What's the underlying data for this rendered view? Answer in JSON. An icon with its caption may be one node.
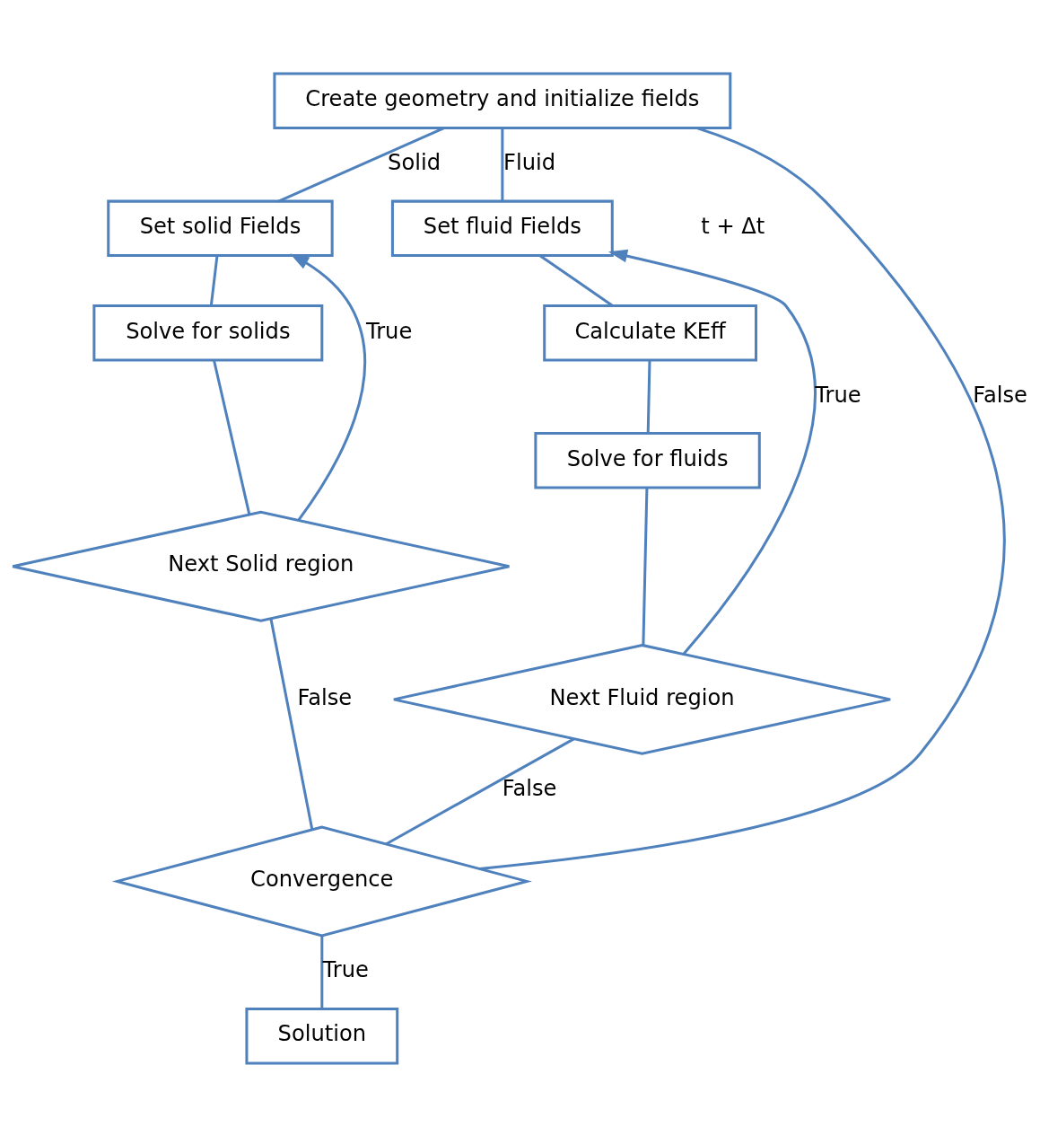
{
  "diagram": {
    "nodes": [
      {
        "text": [
          "Create geometry and initialize fields"
        ]
      },
      {
        "text": [
          "Set solid Fields"
        ]
      },
      {
        "text": [
          "Solve for solids"
        ]
      },
      {
        "text": [
          "Next Solid region"
        ]
      },
      {
        "text": [
          "Set fluid Fields"
        ]
      },
      {
        "text": [
          "Calculate KEff"
        ]
      },
      {
        "text": [
          "Solve for fluids"
        ]
      },
      {
        "text": [
          "Next Fluid region"
        ]
      },
      {
        "text": [
          "Convergence"
        ]
      },
      {
        "text": [
          "Solution"
        ]
      }
    ],
    "edges": [
      {
        "from": 0,
        "to": 1,
        "arrow": "none",
        "label": "Solid"
      },
      {
        "from": 0,
        "to": 4,
        "arrow": "none",
        "label": "Fluid"
      },
      {
        "from": 1,
        "to": 2,
        "arrow": "none"
      },
      {
        "from": 2,
        "to": 3,
        "arrow": "none"
      },
      {
        "from": 3,
        "to": 1,
        "arrow": "to",
        "label": "True"
      },
      {
        "from": 4,
        "to": 5,
        "arrow": "none"
      },
      {
        "from": 5,
        "to": 6,
        "arrow": "none"
      },
      {
        "from": 6,
        "to": 7,
        "arrow": "none"
      },
      {
        "from": 7,
        "to": 4,
        "arrow": "to",
        "label": "True"
      },
      {
        "from": 3,
        "to": 8,
        "arrow": "none",
        "label": "False"
      },
      {
        "from": 7,
        "to": 8,
        "arrow": "none",
        "label": "False"
      },
      {
        "from": 8,
        "to": 0,
        "arrow": "none",
        "label": "False"
      },
      {
        "from": 8,
        "to": 9,
        "arrow": "none",
        "label": "True"
      }
    ],
    "labels": [
      "t + Δt"
    ]
  }
}
